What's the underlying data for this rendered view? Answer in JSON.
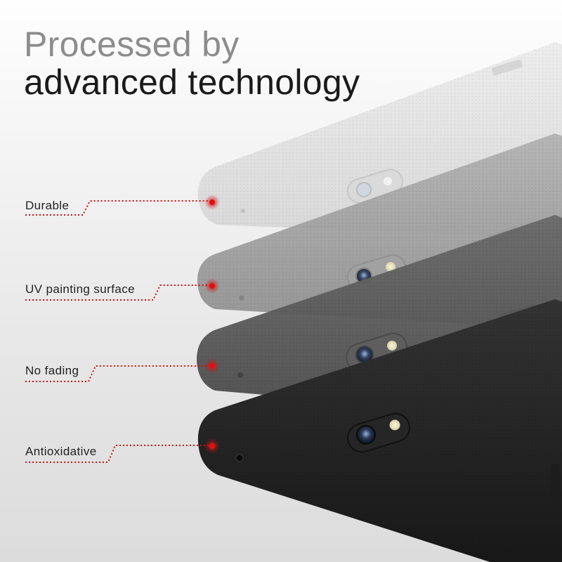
{
  "headline": {
    "line_1": "Processed by",
    "line_2": "advanced technology"
  },
  "features": [
    {
      "label": "Durable"
    },
    {
      "label": "UV painting surface"
    },
    {
      "label": "No fading"
    },
    {
      "label": "Antioxidative"
    }
  ],
  "colors": {
    "callout_accent": "#d10f0f",
    "headline_light": "#8c8c8c",
    "headline_dark": "#1a1a1a",
    "layer_1": "#e3e3e3",
    "layer_2": "#a4a4a4",
    "layer_3": "#5a5a5a",
    "layer_4": "#262626"
  },
  "icons": {
    "callout_marker": "red-dot-marker",
    "camera": "camera-lens-icon"
  }
}
